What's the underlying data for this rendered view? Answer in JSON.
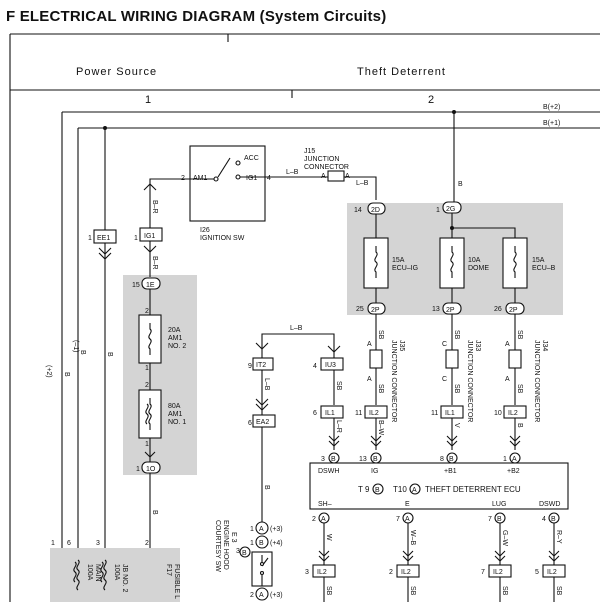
{
  "header": {
    "title": "F  ELECTRICAL WIRING DIAGRAM (System Circuits)",
    "section_left": "Power Source",
    "section_right": "Theft Deterrent",
    "col_1": "1",
    "col_2": "2"
  },
  "bus": {
    "b_plus2": "B(+2)",
    "b_plus1": "B(+1)"
  },
  "ignition_sw": {
    "name": "I26",
    "label": "IGNITION SW",
    "pin_am1": "2",
    "am1": "AM1",
    "acc": "ACC",
    "ig1": "IG1",
    "pin_ig1": "4"
  },
  "j15": {
    "line1": "J15",
    "line2": "JUNCTION",
    "line3": "CONNECTOR",
    "pin_a1": "A",
    "pin_a2": "A"
  },
  "fuses": {
    "ecu_ig": {
      "amp": "15A",
      "name": "ECU–IG",
      "in_no": "14",
      "in_tag": "2D",
      "out_no": "25",
      "out_tag": "2P"
    },
    "dome": {
      "amp": "10A",
      "name": "DOME",
      "in_no": "1",
      "in_tag": "2G",
      "out_no": "13",
      "out_tag": "2P"
    },
    "ecu_b": {
      "amp": "15A",
      "name": "ECU–B",
      "out_no": "26",
      "out_tag": "2P"
    },
    "am1_no2": {
      "amp": "20A",
      "name": "AM1",
      "sub": "NO. 2"
    },
    "am1_no1": {
      "amp": "80A",
      "name": "AM1",
      "sub": "NO. 1"
    }
  },
  "connectors": {
    "ee1": {
      "no": "1",
      "tag": "EE1"
    },
    "ig1": {
      "no": "1",
      "tag": "IG1"
    },
    "c1e": {
      "no": "15",
      "tag": "1E"
    },
    "c1o": {
      "no": "1",
      "tag": "1O"
    },
    "it2": {
      "no": "9",
      "tag": "IT2"
    },
    "iu3": {
      "no": "4",
      "tag": "IU3"
    },
    "ea2": {
      "no": "6",
      "tag": "EA2"
    },
    "il1a": {
      "no": "6",
      "tag": "IL1"
    },
    "il2a": {
      "no": "11",
      "tag": "IL2"
    },
    "il1b": {
      "no": "11",
      "tag": "IL1"
    },
    "il2b": {
      "no": "10",
      "tag": "IL2"
    },
    "il2c": {
      "no": "3",
      "tag": "IL2"
    },
    "il2d": {
      "no": "2",
      "tag": "IL2"
    },
    "il2e": {
      "no": "7",
      "tag": "IL2"
    },
    "il2f": {
      "no": "5",
      "tag": "IL2"
    }
  },
  "pins": {
    "am1_2": "2",
    "am1_1": "1",
    "am1no1_2": "2",
    "am1no1_1": "1",
    "fusible_1": "1",
    "fusible_6": "6",
    "fusible_3": "3",
    "fusible_2": "2"
  },
  "junctions": {
    "j35": {
      "code": "J35",
      "text": "JUNCTION CONNECTOR",
      "pin": "A"
    },
    "j33": {
      "code": "J33",
      "text": "JUNCTION CONNECTOR",
      "pin": "C"
    },
    "j34": {
      "code": "J34",
      "text": "JUNCTION CONNECTOR",
      "pin": "A"
    }
  },
  "wires": {
    "b": "B",
    "br": "B–R",
    "lb": "L–B",
    "sb": "SB",
    "lr": "L–R",
    "bw": "B–W",
    "v": "V",
    "w": "W",
    "wb": "W–B",
    "gw": "G–W",
    "ry": "R–Y",
    "m1": "(–1)",
    "m2": "(+2)"
  },
  "ecu": {
    "label": "THEFT DETERRENT ECU",
    "t9_no": "T 9",
    "t9": "B",
    "t10_no": "T10",
    "t10": "A",
    "dswh": "DSWH",
    "dswh_no": "3",
    "dswh_c": "B",
    "ig": "IG",
    "ig_no": "13",
    "ig_c": "B",
    "b1": "+B1",
    "b1_no": "8",
    "b1_c": "B",
    "b2": "+B2",
    "b2_no": "1",
    "b2_c": "A",
    "sh": "SH–",
    "sh_no": "2",
    "sh_c": "A",
    "e": "E",
    "e_no": "7",
    "e_c": "A",
    "lug": "LUG",
    "lug_no": "7",
    "lug_c": "B",
    "dswd": "DSWD",
    "dswd_no": "4",
    "dswd_c": "B"
  },
  "hood_sw": {
    "line1": "ENGINE HOOD",
    "line2": "COURTESY SW",
    "name": "E 3",
    "c1": "A",
    "c2": "B",
    "c3": "B",
    "c4": "A",
    "n1": "1",
    "n2": "1",
    "n3": "3",
    "n4": "2",
    "v1": "(+3)",
    "v2": "(+4)",
    "v3": "(+3)"
  },
  "fusible": {
    "f17": "F17",
    "label": "FUSIBLE L",
    "main_amp": "100A",
    "main": "MAIN",
    "jb_amp": "100A",
    "jb": "JB NO. 2"
  }
}
